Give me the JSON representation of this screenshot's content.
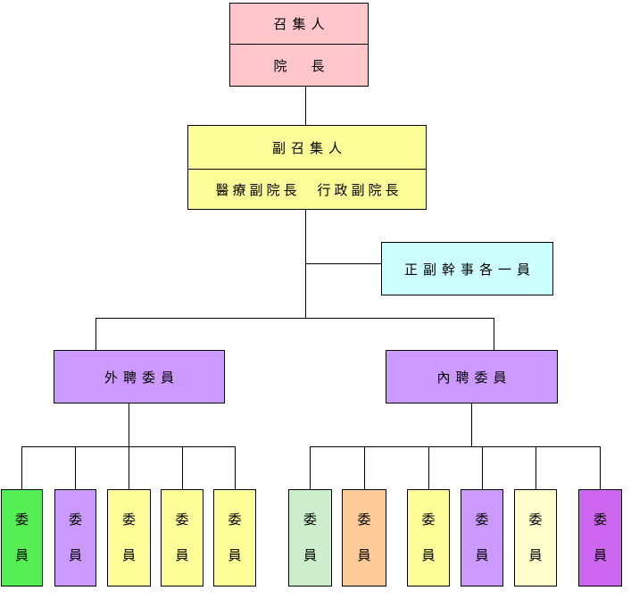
{
  "chart": {
    "type": "org-chart",
    "nodes": {
      "convener": {
        "title": "召集人",
        "subtitle": "院　長",
        "bg": "#ffc6cc"
      },
      "deputy": {
        "title": "副召集人",
        "subtitle": "醫療副院長　行政副院長",
        "bg": "#ffff99"
      },
      "secretary": {
        "label": "正副幹事各一員",
        "bg": "#ccffff"
      },
      "external": {
        "label": "外聘委員",
        "bg": "#cc99ff"
      },
      "internal": {
        "label": "內聘委員",
        "bg": "#cc99ff"
      }
    },
    "left_members": [
      {
        "char1": "委",
        "char2": "員",
        "bg": "#55ee55"
      },
      {
        "char1": "委",
        "char2": "員",
        "bg": "#cc99ff"
      },
      {
        "char1": "委",
        "char2": "員",
        "bg": "#ffff99"
      },
      {
        "char1": "委",
        "char2": "員",
        "bg": "#ffff99"
      },
      {
        "char1": "委",
        "char2": "員",
        "bg": "#ffff99"
      }
    ],
    "right_members": [
      {
        "char1": "委",
        "char2": "員",
        "bg": "#cceecc"
      },
      {
        "char1": "委",
        "char2": "員",
        "bg": "#ffcc99"
      },
      {
        "char1": "委",
        "char2": "員",
        "bg": "#ffff99"
      },
      {
        "char1": "委",
        "char2": "員",
        "bg": "#cc99ff"
      },
      {
        "char1": "委",
        "char2": "員",
        "bg": "#ffffcc"
      },
      {
        "char1": "委",
        "char2": "員",
        "bg": "#cc66ee"
      }
    ],
    "line_color": "#000000"
  }
}
